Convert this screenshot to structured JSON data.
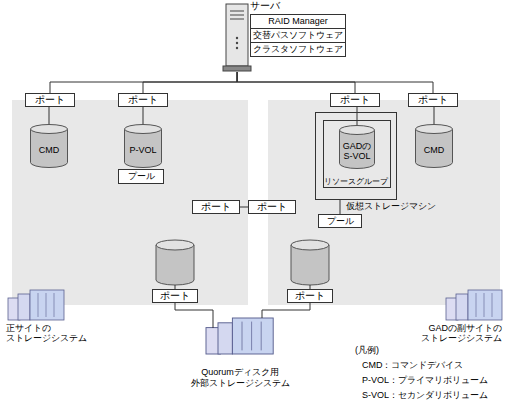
{
  "diagram": {
    "nodes": [
      {
        "text": [
          "サーバ"
        ]
      },
      {
        "text": [
          "RAID Manager"
        ],
        "in": 0
      },
      {
        "text": [
          "交替パスソフトウェア"
        ],
        "in": 0
      },
      {
        "text": [
          "クラスタソフトウェア"
        ],
        "in": 0
      },
      {
        "text": [
          "ポート"
        ]
      },
      {
        "text": [
          "ポート"
        ]
      },
      {
        "text": [
          "ポート"
        ]
      },
      {
        "text": [
          "ポート"
        ]
      },
      {
        "text": [
          "CMD"
        ]
      },
      {
        "text": [
          "P-VOL"
        ]
      },
      {
        "text": [
          "プール"
        ]
      },
      {
        "text": [
          "仮想ストレージマシン"
        ]
      },
      {
        "text": [
          "リソースグループ"
        ],
        "in": 11
      },
      {
        "text": [
          "GADの S-VOL"
        ],
        "in": 12
      },
      {
        "text": [
          "CMD"
        ]
      },
      {
        "text": [
          "ポート"
        ]
      },
      {
        "text": [
          "ポート"
        ]
      },
      {
        "text": [
          "プール"
        ]
      },
      {
        "text": [
          "ポート"
        ]
      },
      {
        "text": [
          "ポート"
        ]
      },
      {
        "text": [
          "Quorumディスク用 外部ストレージシステム"
        ]
      },
      {
        "text": [
          "正サイトの ストレージシステム"
        ]
      },
      {
        "text": [
          "GADの副サイトの ストレージシステム"
        ]
      }
    ],
    "edges": [
      {
        "from": 0,
        "to": 4,
        "arrow": "none"
      },
      {
        "from": 0,
        "to": 5,
        "arrow": "none"
      },
      {
        "from": 0,
        "to": 6,
        "arrow": "none"
      },
      {
        "from": 0,
        "to": 7,
        "arrow": "none"
      },
      {
        "from": 4,
        "to": 8,
        "arrow": "none"
      },
      {
        "from": 5,
        "to": 9,
        "arrow": "none"
      },
      {
        "from": 6,
        "to": 13,
        "arrow": "none"
      },
      {
        "from": 7,
        "to": 14,
        "arrow": "none"
      },
      {
        "from": 11,
        "to": 17,
        "arrow": "none"
      },
      {
        "from": 15,
        "to": 16,
        "arrow": "none"
      },
      {
        "from": 18,
        "to": 20,
        "arrow": "none"
      },
      {
        "from": 19,
        "to": 20,
        "arrow": "none"
      }
    ],
    "labels": [
      "(凡例)"
    ],
    "legend": [
      {
        "text": "CMD：コマンドデバイス"
      },
      {
        "text": "P-VOL：プライマリボリューム"
      },
      {
        "text": "S-VOL：セカンダリボリューム"
      }
    ]
  }
}
